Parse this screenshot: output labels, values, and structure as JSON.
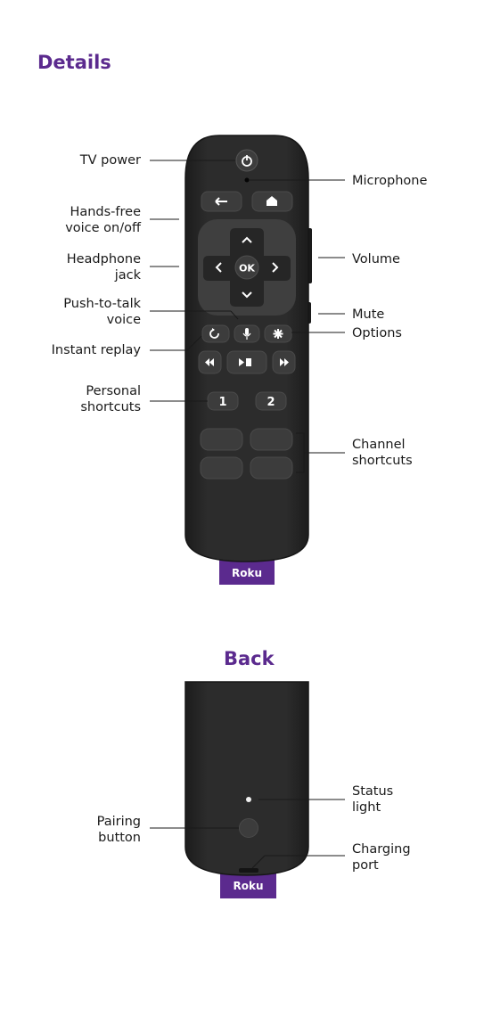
{
  "headings": {
    "details": "Details",
    "back": "Back"
  },
  "labels": {
    "tv_power": "TV power",
    "hands_free": [
      "Hands-free",
      "voice on/off"
    ],
    "headphone": [
      "Headphone",
      "jack"
    ],
    "push_to_talk": [
      "Push-to-talk",
      "voice"
    ],
    "instant_replay": "Instant replay",
    "personal_shortcuts": [
      "Personal",
      "shortcuts"
    ],
    "microphone": "Microphone",
    "volume": "Volume",
    "mute": "Mute",
    "options": "Options",
    "channel_shortcuts": [
      "Channel",
      "shortcuts"
    ],
    "pairing_button": [
      "Pairing",
      "button"
    ],
    "status_light": [
      "Status",
      "light"
    ],
    "charging_port": [
      "Charging",
      "port"
    ]
  },
  "buttons": {
    "ok": "OK",
    "shortcut_1": "1",
    "shortcut_2": "2"
  },
  "brand": {
    "logo": "Roku",
    "color": "#5b2a8e"
  },
  "colors": {
    "remote_body": "#2a2a2a",
    "remote_edge": "#1e1e1e",
    "button": "#3c3c3c",
    "dpad": "#444444"
  }
}
